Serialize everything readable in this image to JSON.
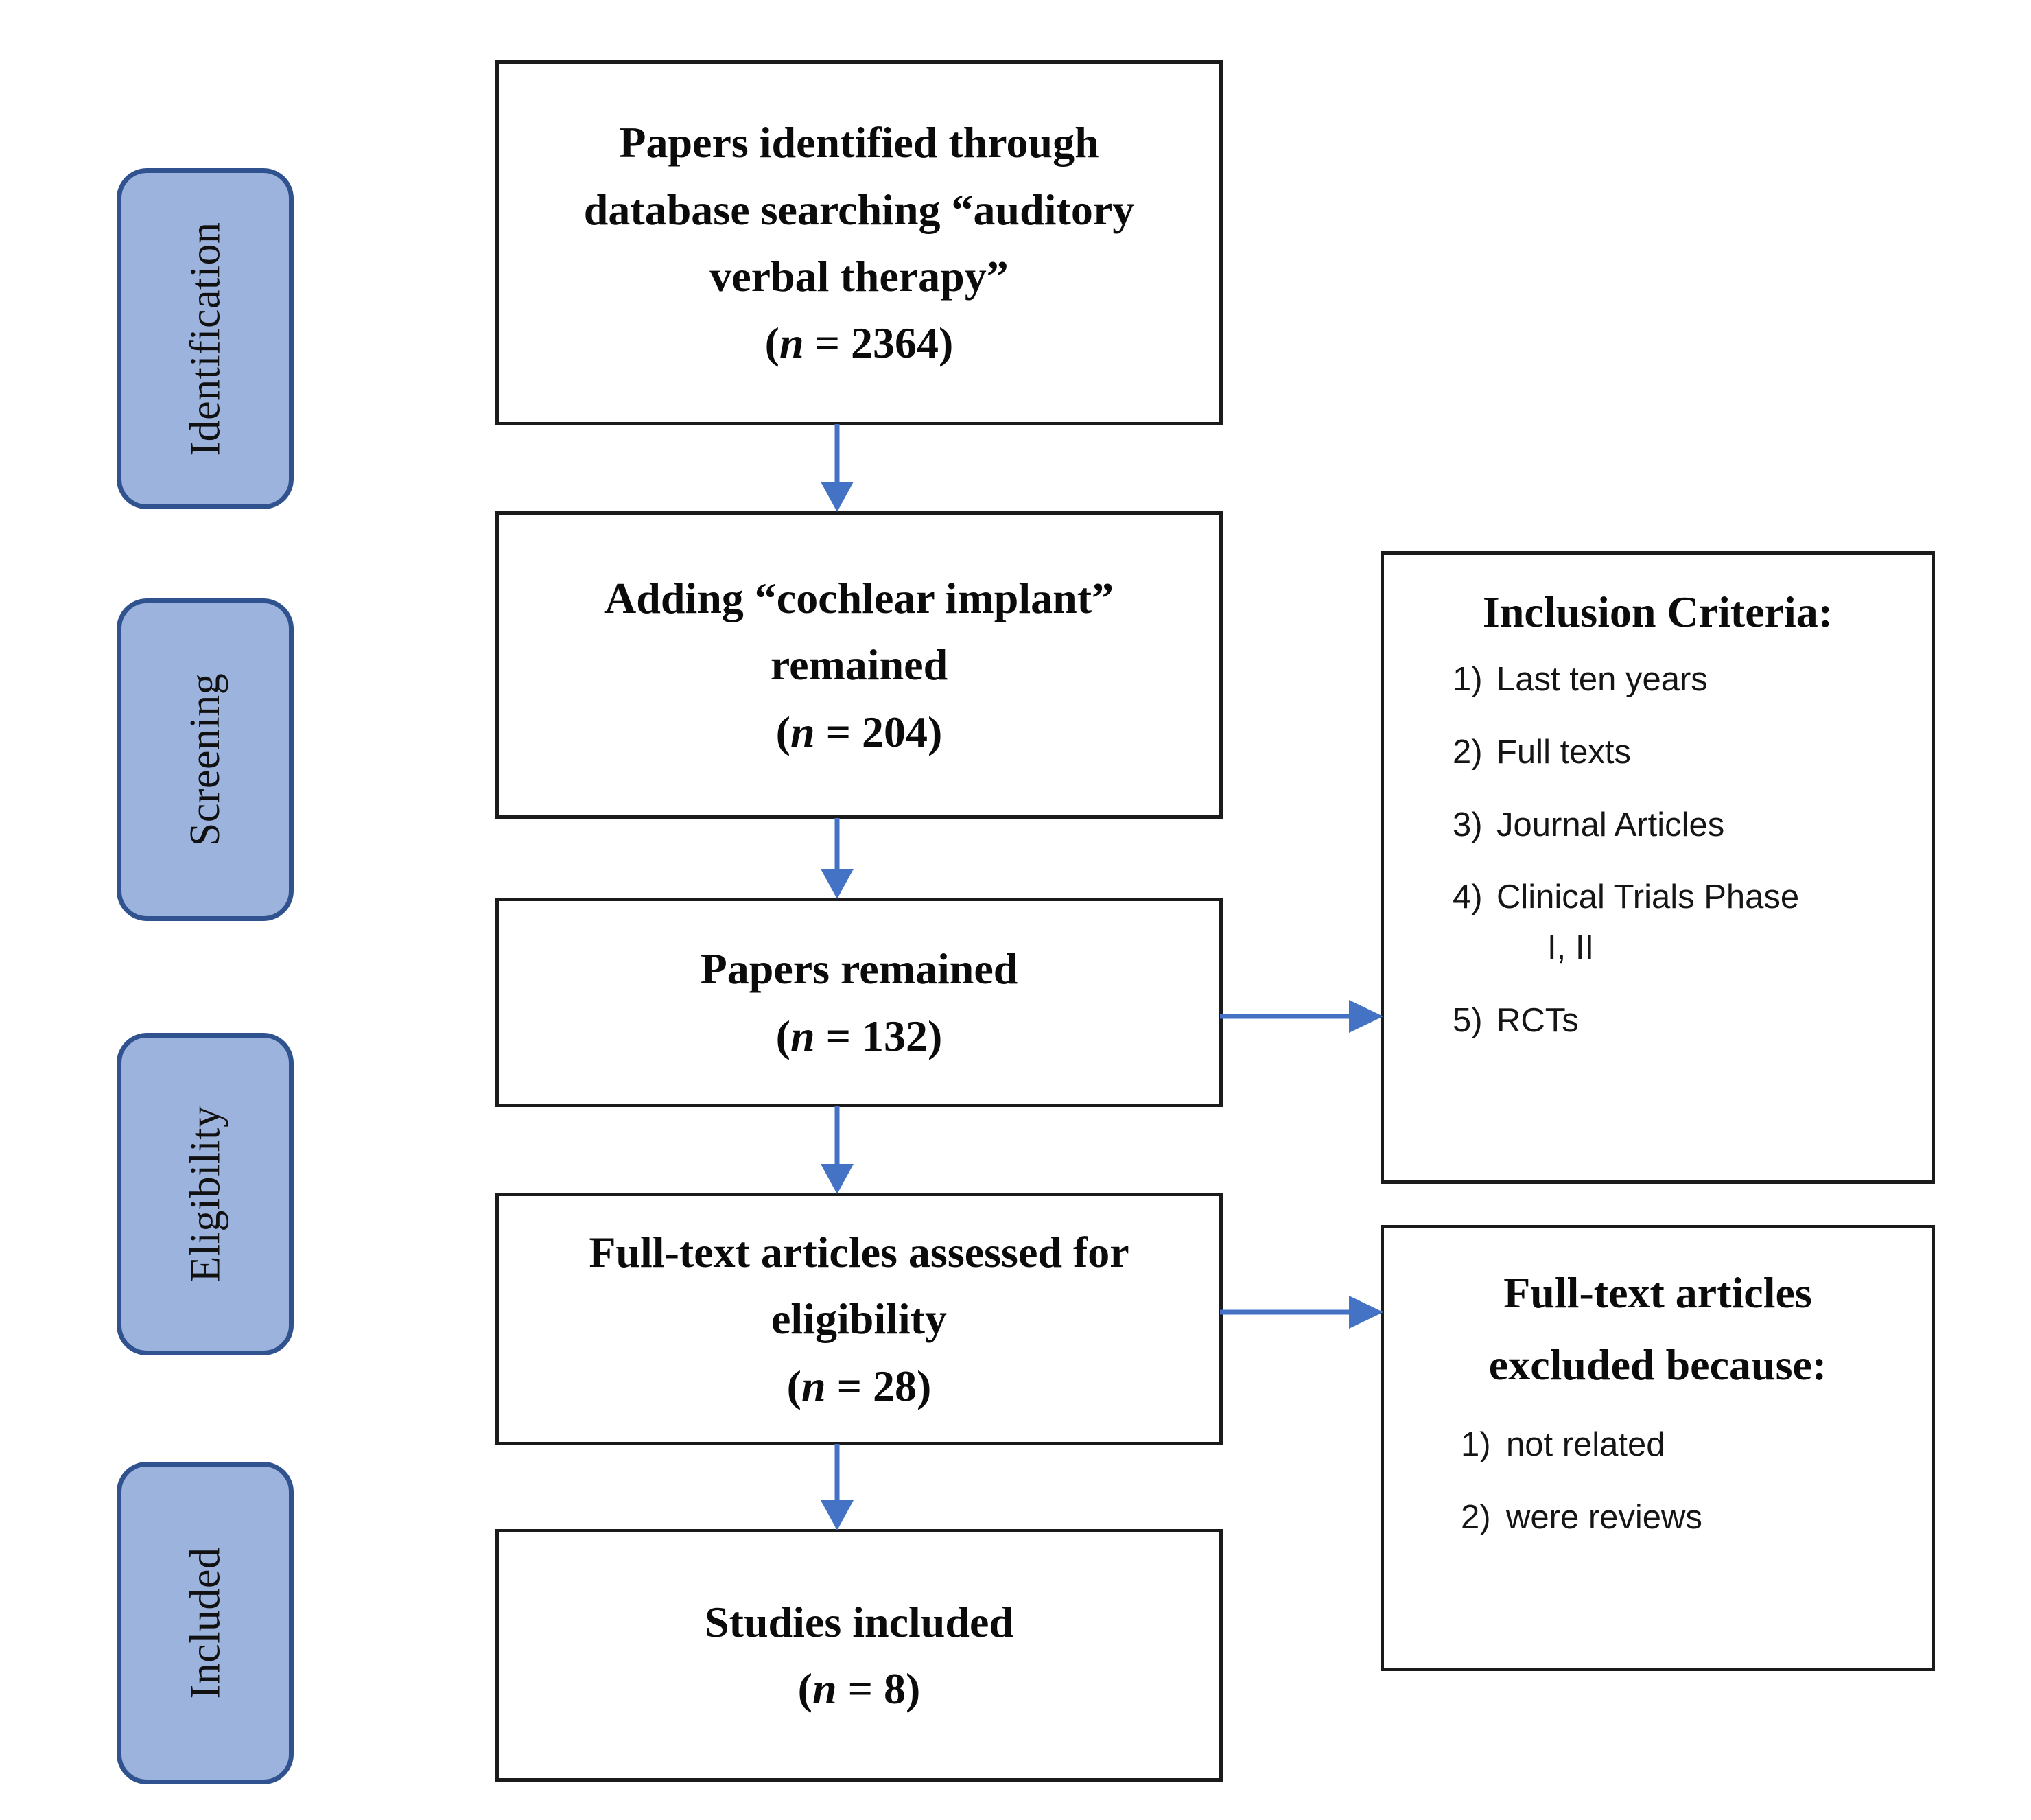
{
  "diagram": {
    "title": "PRISMA flow diagram",
    "accent_color": "#4472C4",
    "pill_fill": "#9BB3DD",
    "pill_border": "#30538F",
    "box_border": "#1b1b1b"
  },
  "stages": [
    {
      "label": "Identification"
    },
    {
      "label": "Screening"
    },
    {
      "label": "Eligibility"
    },
    {
      "label": "Included"
    }
  ],
  "flow": {
    "boxes": [
      {
        "id": "identified",
        "lines": [
          "Papers identified through",
          "database searching “auditory",
          "verbal therapy”"
        ],
        "n_prefix": "(",
        "n_symbol": "n",
        "n_equals": " = ",
        "n_value": "2364",
        "n_suffix": ")"
      },
      {
        "id": "cochlear",
        "lines": [
          "Adding “cochlear implant”",
          "remained"
        ],
        "n_prefix": "(",
        "n_symbol": "n",
        "n_equals": " = ",
        "n_value": "204",
        "n_suffix": ")"
      },
      {
        "id": "remained",
        "lines": [
          "Papers remained"
        ],
        "n_prefix": "(",
        "n_symbol": "n",
        "n_equals": " = ",
        "n_value": "132",
        "n_suffix": ")"
      },
      {
        "id": "fulltext-assessed",
        "lines": [
          "Full-text articles assessed for",
          "eligibility"
        ],
        "n_prefix": "(",
        "n_symbol": "n",
        "n_equals": " = ",
        "n_value": "28",
        "n_suffix": ")"
      },
      {
        "id": "included",
        "lines": [
          "Studies included"
        ],
        "n_prefix": "(",
        "n_symbol": "n",
        "n_equals": " = ",
        "n_value": "8",
        "n_suffix": ")"
      }
    ]
  },
  "inclusion": {
    "title": "Inclusion Criteria:",
    "items": [
      {
        "num": "1)",
        "text": "Last ten years",
        "cont": ""
      },
      {
        "num": "2)",
        "text": "Full texts",
        "cont": ""
      },
      {
        "num": "3)",
        "text": "Journal Articles",
        "cont": ""
      },
      {
        "num": "4)",
        "text": "Clinical Trials Phase",
        "cont": "I, II"
      },
      {
        "num": "5)",
        "text": "RCTs",
        "cont": ""
      }
    ]
  },
  "exclusion": {
    "title_line1": "Full-text articles",
    "title_line2": "excluded because:",
    "items": [
      {
        "num": "1)",
        "text": "not related"
      },
      {
        "num": "2)",
        "text": "were reviews"
      }
    ]
  }
}
